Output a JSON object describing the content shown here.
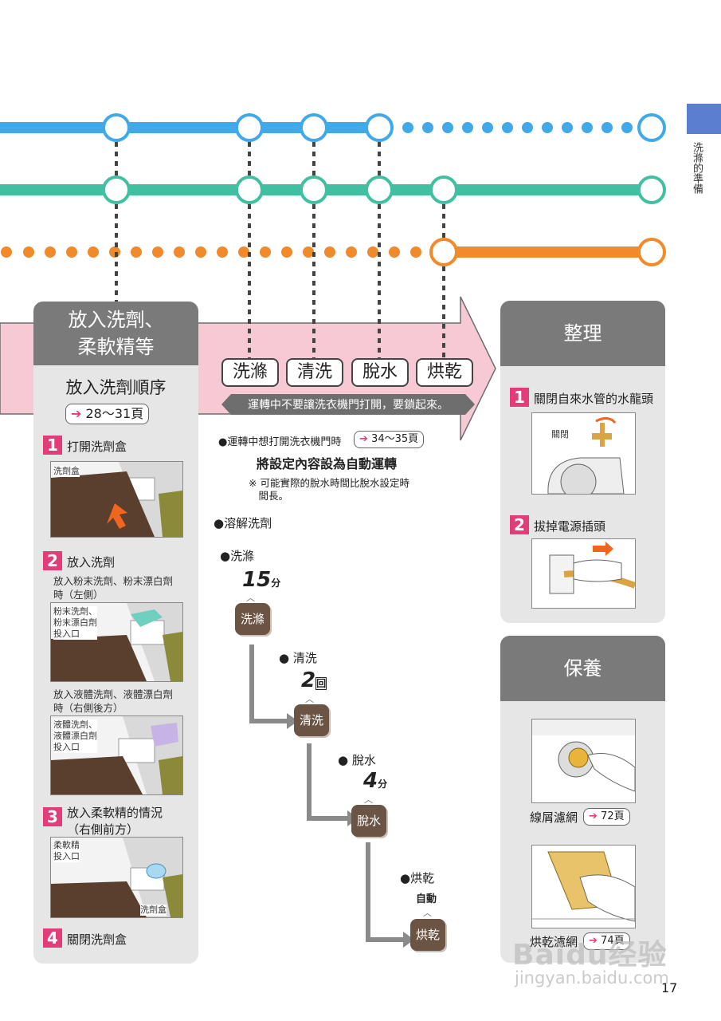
{
  "side_tab": {
    "label": "洗滌的準備"
  },
  "page_number": "17",
  "left_panel": {
    "title": "放入洗劑、\n柔軟精等",
    "subtitle": "放入洗劑順序",
    "ref": "28～31頁",
    "steps": [
      {
        "num": "1",
        "label": "打開洗劑盒"
      },
      {
        "num": "2",
        "label": "放入洗劑"
      },
      {
        "num": "3",
        "label": "放入柔軟精的情況\n（右側前方）"
      },
      {
        "num": "4",
        "label": "關閉洗劑盒"
      }
    ],
    "powder_note": "放入粉末洗劑、粉末漂白劑\n時（左側）",
    "liquid_note": "放入液體洗劑、液體漂白劑\n時（右側後方）",
    "tags": {
      "box": "洗劑盒",
      "powder_inlet": "粉末洗劑、\n粉末漂白劑\n投入口",
      "liquid_inlet": "液體洗劑、\n液體漂白劑\n投入口",
      "softener_inlet": "柔軟精\n投入口",
      "box2": "洗劑盒"
    }
  },
  "modes": [
    "洗滌",
    "清洗",
    "脫水",
    "烘乾"
  ],
  "banner_note": "運轉中不要讓洗衣機門打開，要鎖起來。",
  "door_note": {
    "label": "●運轉中想打開洗衣機門時",
    "ref": "34～35頁"
  },
  "auto_note": "將設定內容設為自動運轉",
  "spin_note": "※ 可能實際的脫水時間比脫水設定時\n　間長。",
  "dissolve": "●溶解洗劑",
  "flow": [
    {
      "label": "●洗滌",
      "value": "15",
      "unit": "分",
      "badge": "洗滌"
    },
    {
      "label": "● 清洗",
      "value": "2",
      "unit": "回",
      "badge": "清洗"
    },
    {
      "label": "● 脫水",
      "value": "4",
      "unit": "分",
      "badge": "脫水"
    },
    {
      "label": "●烘乾",
      "value": "自動",
      "unit": "",
      "badge": "烘乾"
    }
  ],
  "tidy_panel": {
    "title": "整理",
    "steps": [
      {
        "num": "1",
        "label": "關閉自來水管的水龍頭"
      },
      {
        "num": "2",
        "label": "拔掉電源插頭"
      }
    ],
    "tap_tag": "關閉"
  },
  "care_panel": {
    "title": "保養",
    "items": [
      {
        "label": "線屑濾網",
        "ref": "72頁"
      },
      {
        "label": "烘乾濾網",
        "ref": "74頁"
      }
    ]
  },
  "watermark": {
    "brand": "Baidu经验",
    "url": "jingyan.baidu.com"
  },
  "colors": {
    "blue": "#41a9e8",
    "teal": "#40c0a0",
    "orange": "#f08a2a",
    "pink": "#f7c9d4",
    "brown": "#6b5444",
    "accent": "#e23d78",
    "tab": "#5b7ed1"
  }
}
